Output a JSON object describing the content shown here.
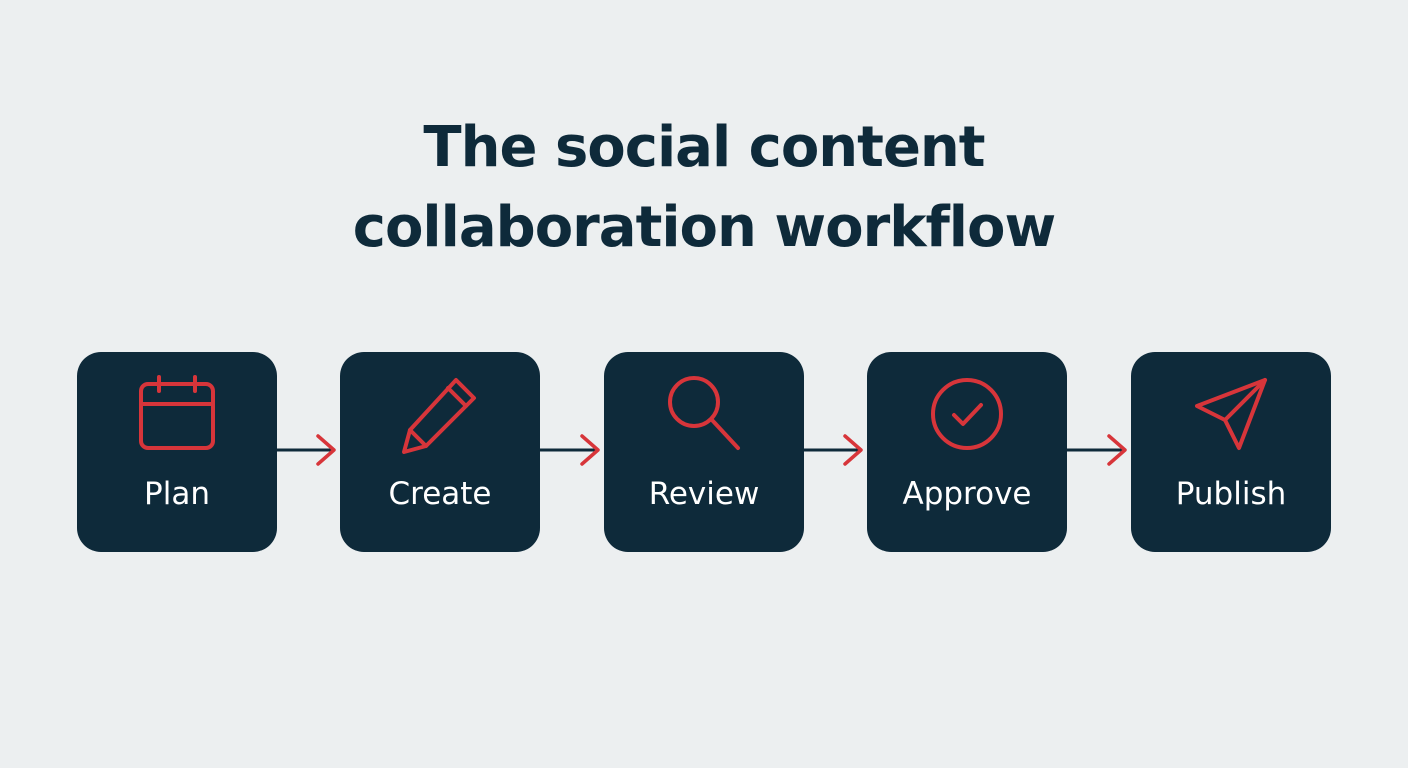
{
  "title": {
    "line1": "The social content",
    "line2": "collaboration workflow"
  },
  "colors": {
    "background": "#eceff0",
    "box": "#0e2a3a",
    "accent": "#d7353a",
    "text_dark": "#0e2a3a",
    "text_light": "#ffffff"
  },
  "steps": [
    {
      "label": "Plan",
      "icon": "calendar-icon"
    },
    {
      "label": "Create",
      "icon": "pencil-icon"
    },
    {
      "label": "Review",
      "icon": "magnifier-icon"
    },
    {
      "label": "Approve",
      "icon": "check-circle-icon"
    },
    {
      "label": "Publish",
      "icon": "paper-plane-icon"
    }
  ]
}
